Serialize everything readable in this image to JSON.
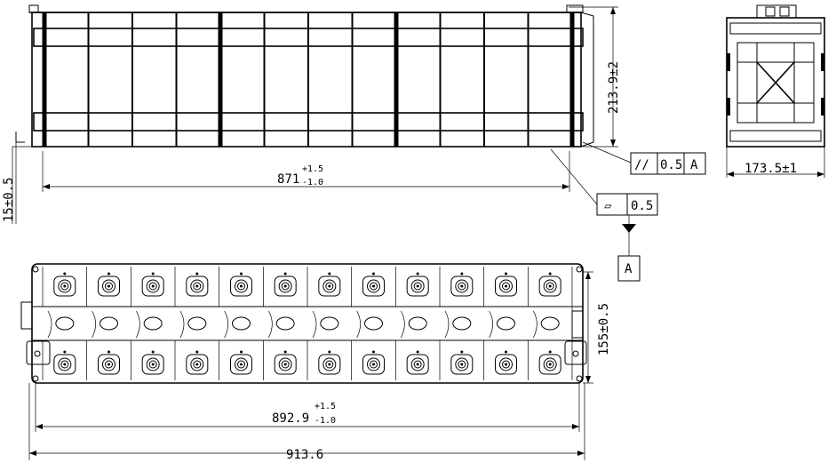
{
  "dimensions": {
    "front_length": {
      "base": "871",
      "upper": "+1.5",
      "lower": "-1.0"
    },
    "front_height": "213.9±2",
    "left_offset": "15±0.5",
    "side_width": "173.5±1",
    "top_inner_length": {
      "base": "892.9",
      "upper": "+1.5",
      "lower": "-1.0"
    },
    "top_overall_length": "913.6",
    "top_width": "155±0.5"
  },
  "tolerances": {
    "parallelism": {
      "symbol": "//",
      "value": "0.5",
      "datum": "A"
    },
    "flatness": {
      "symbol": "▱",
      "value": "0.5"
    },
    "datum_label": "A"
  },
  "views": {
    "front_cells": 12,
    "top_upper_terminals": 12,
    "top_lower_terminals": 12,
    "top_ovals": 12
  }
}
